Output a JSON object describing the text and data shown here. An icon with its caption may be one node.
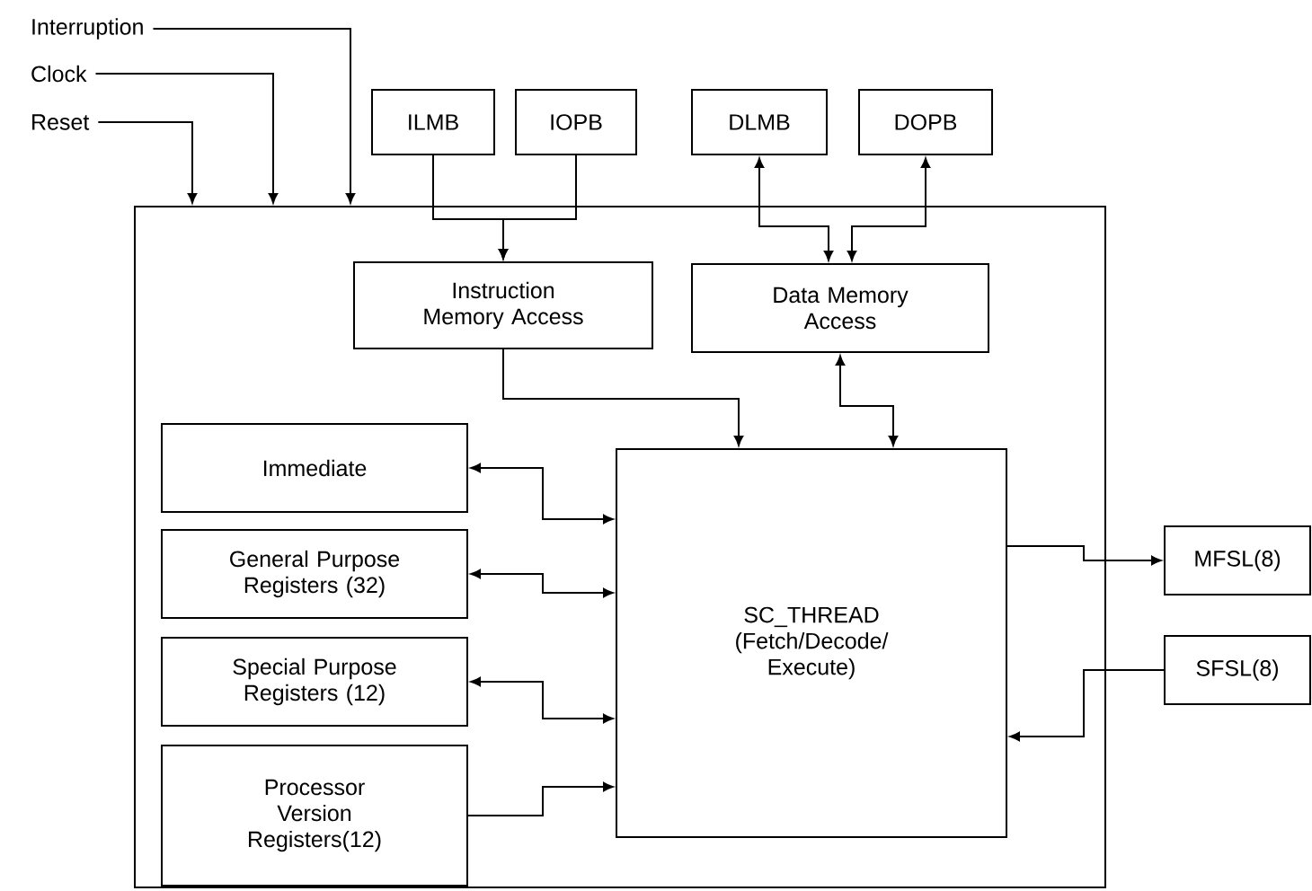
{
  "diagram": {
    "nodes": [
      {
        "text": [
          "Interruption"
        ]
      },
      {
        "text": [
          "Clock"
        ]
      },
      {
        "text": [
          "Reset"
        ]
      },
      {
        "text": [
          "ILMB"
        ]
      },
      {
        "text": [
          "IOPB"
        ]
      },
      {
        "text": [
          "DLMB"
        ]
      },
      {
        "text": [
          "DOPB"
        ]
      },
      {
        "text": [],
        "shape": "box"
      },
      {
        "text": [
          "Instruction Memory Access"
        ],
        "in": 7
      },
      {
        "text": [
          "Data Memory Access"
        ],
        "in": 7
      },
      {
        "text": [
          "Immediate"
        ],
        "in": 7
      },
      {
        "text": [
          "General Purpose Registers (32)"
        ],
        "in": 7
      },
      {
        "text": [
          "Special Purpose Registers (12)"
        ],
        "in": 7
      },
      {
        "text": [
          "SC_THREAD (Fetch/Decode/ Execute)"
        ],
        "in": 7
      },
      {
        "text": [
          "Processor Version Registers(12)"
        ],
        "in": 7
      },
      {
        "text": [
          "MFSL(8)"
        ]
      },
      {
        "text": [
          "SFSL(8)"
        ]
      }
    ],
    "edges": [
      {
        "from": 0,
        "to": 7,
        "arrow": "to"
      },
      {
        "from": 1,
        "to": 7,
        "arrow": "to"
      },
      {
        "from": 2,
        "to": 7,
        "arrow": "to"
      },
      {
        "from": 3,
        "to": 8,
        "arrow": "to"
      },
      {
        "from": 4,
        "to": 8,
        "arrow": "to"
      },
      {
        "from": 5,
        "to": 9,
        "arrow": "both"
      },
      {
        "from": 6,
        "to": 9,
        "arrow": "both"
      },
      {
        "from": 8,
        "to": 13,
        "arrow": "to"
      },
      {
        "from": 9,
        "to": 13,
        "arrow": "both"
      },
      {
        "from": 10,
        "to": 13,
        "arrow": "both"
      },
      {
        "from": 11,
        "to": 13,
        "arrow": "both"
      },
      {
        "from": 12,
        "to": 13,
        "arrow": "both"
      },
      {
        "from": 14,
        "to": 13,
        "arrow": "to"
      },
      {
        "from": 13,
        "to": 15,
        "arrow": "to"
      },
      {
        "from": 16,
        "to": 13,
        "arrow": "to"
      }
    ]
  }
}
